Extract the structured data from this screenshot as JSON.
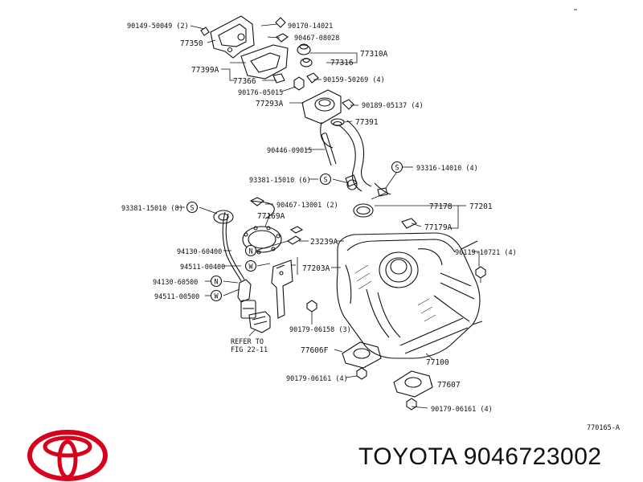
{
  "labels": {
    "p9014950049": "90149-50049 (2)",
    "p77350": "77350",
    "p9017014021": "90170-14021",
    "p9046708028": "90467-08028",
    "p77310A": "77310A",
    "p77316": "77316",
    "p77399A": "77399A",
    "p77366": "77366",
    "p9015950269": "90159-50269 (4)",
    "p9017605015": "90176-05015",
    "p77293A": "77293A",
    "p9018905137": "90189-05137 (4)",
    "p77391": "77391",
    "p9044609015": "90446-09015",
    "p9331614010": "93316-14010 (4)",
    "p9338115010a": "93381-15010 (6)",
    "p9338115010b": "93381-15010 (8)",
    "p9046713001": "90467-13001 (2)",
    "p77178": "77178",
    "p77201": "77201",
    "p77169A": "77169A",
    "p77179A": "77179A",
    "p23239A": "23239A",
    "p9413060400": "94130-60400",
    "p9011910721": "90119-10721 (4)",
    "p9451100400": "94511-00400",
    "p77203A": "77203A",
    "p9413060500": "94130-60500",
    "p9451100500": "94511-00500",
    "p9017906158": "90179-06158 (3)",
    "refer1": "REFER TO",
    "refer2": "FIG 22-11",
    "p77606F": "77606F",
    "p77100": "77100",
    "p9017906161a": "90179-06161 (4)",
    "p77607": "77607",
    "p9017906161b": "90179-06161 (4)",
    "figcode": "770165-A"
  },
  "symbols": {
    "s": "S",
    "n": "N",
    "w": "W"
  },
  "caption": "TOYOTA 9046723002",
  "brand_color": "#d9001b"
}
